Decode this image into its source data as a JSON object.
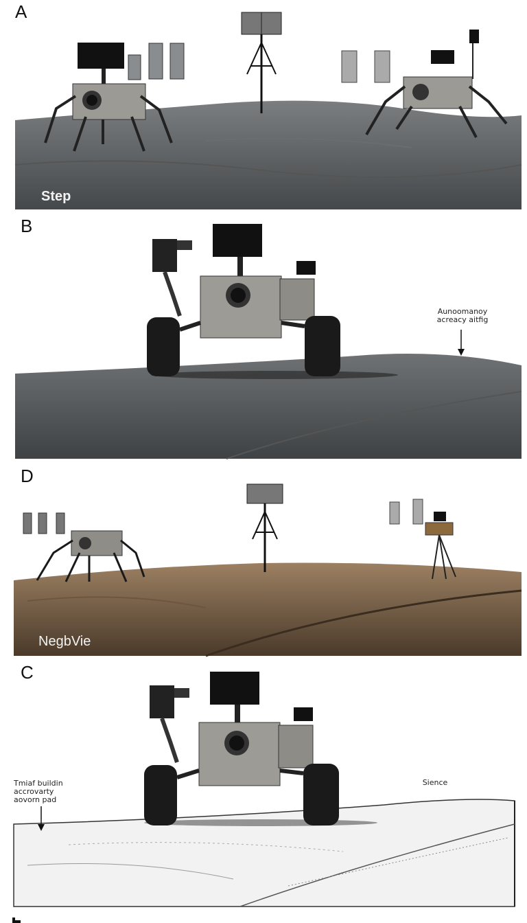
{
  "panels": [
    {
      "letter": "A",
      "label": "Step"
    },
    {
      "letter": "B",
      "annotation": [
        "Aunoomanoy",
        "acreacy aitfig"
      ]
    },
    {
      "letter": "D",
      "label": "NegbVie"
    },
    {
      "letter": "C",
      "annotation_left": [
        "Tmiaf buildin",
        "accrovarty",
        "aovorn pad"
      ],
      "annotation_right": "Sience"
    }
  ],
  "colors": {
    "gray_terrain": "#5e6163",
    "gray_terrain_dark": "#3e4143",
    "sand_terrain": "#8f7457",
    "sand_terrain_dark": "#4a3a2a",
    "sketch_terrain": "#ededed"
  }
}
